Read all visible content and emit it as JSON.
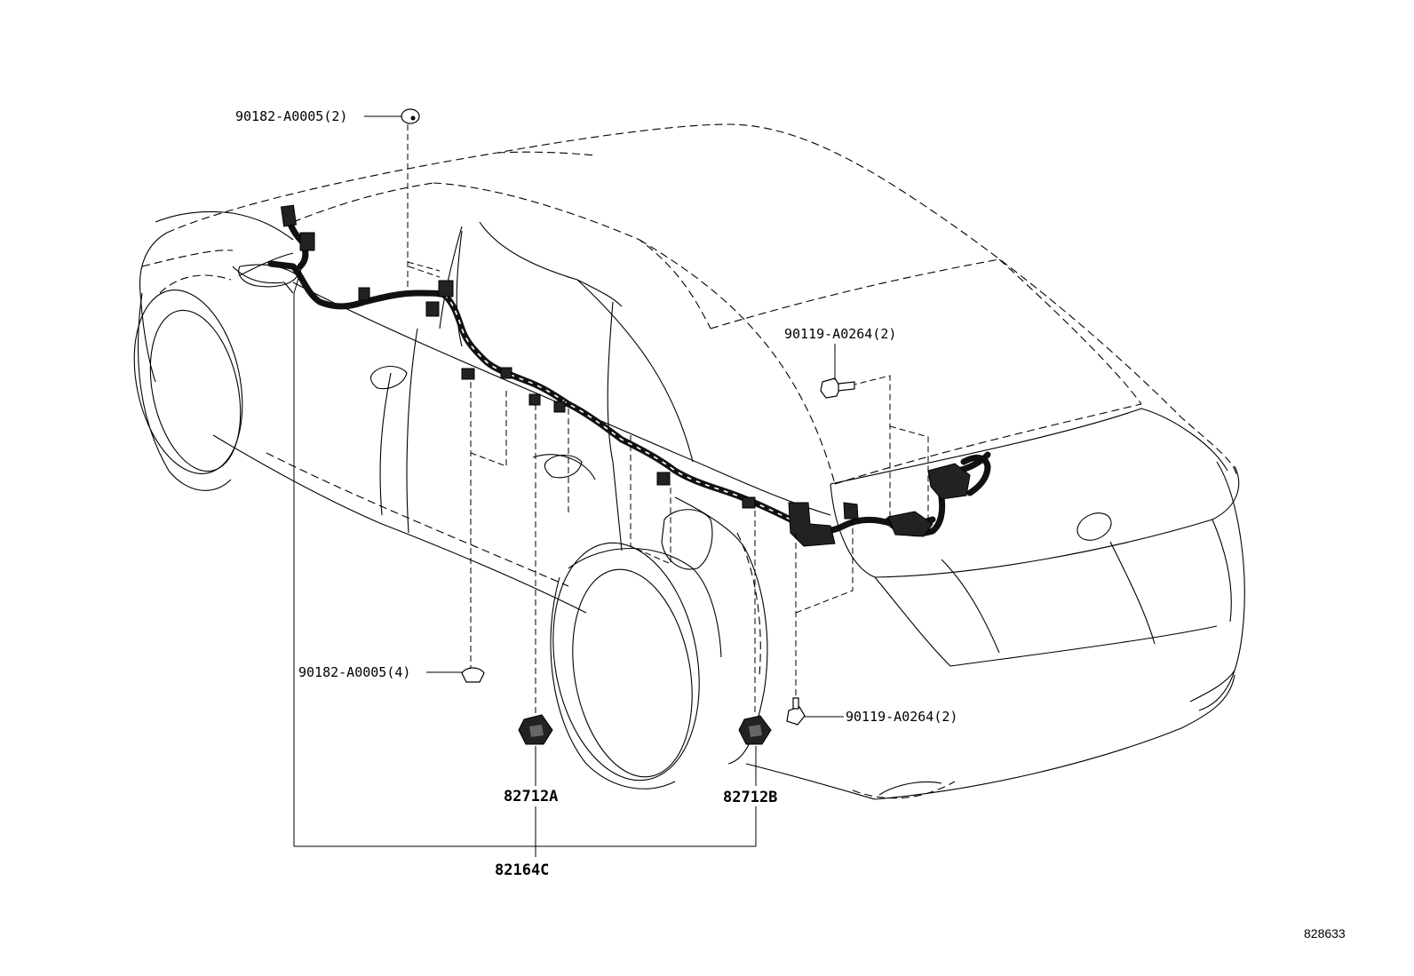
{
  "diagram": {
    "figure_number": "828633",
    "callouts": {
      "clip_top": "90182-A0005(2)",
      "bolt_upper_right": "90119-A0264(2)",
      "clip_lower_left": "90182-A0005(4)",
      "bolt_lower_right": "90119-A0264(2)",
      "protector_a": "82712A",
      "protector_b": "82712B",
      "harness_assembly": "82164C"
    },
    "icons": [
      "clip-icon",
      "bolt-icon",
      "grommet-icon",
      "wire-harness-icon",
      "car-body-outline"
    ]
  }
}
